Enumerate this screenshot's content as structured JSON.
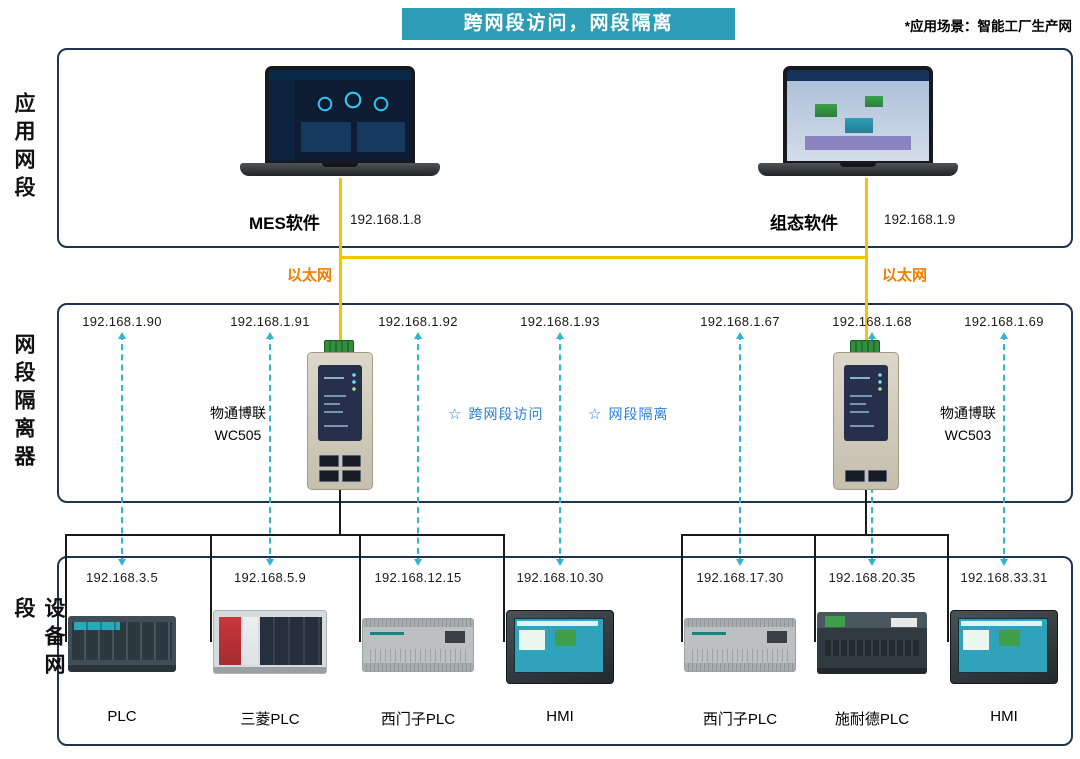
{
  "header": {
    "title": "跨网段访问，网段隔离",
    "note": "*应用场景：智能工厂生产网"
  },
  "sections": [
    {
      "label": "应用网段"
    },
    {
      "label": "网段隔离器"
    },
    {
      "label": "设备网段"
    }
  ],
  "app_segment": {
    "laptops": [
      {
        "name": "MES软件",
        "ip": "192.168.1.8",
        "screen": "mes-dashboard"
      },
      {
        "name": "组态软件",
        "ip": "192.168.1.9",
        "screen": "scada-3d-view"
      }
    ]
  },
  "links": {
    "ethernet_label": "以太网"
  },
  "isolator_segment": {
    "gateways": [
      {
        "brand": "物通博联",
        "model": "WC505"
      },
      {
        "brand": "物通博联",
        "model": "WC503"
      }
    ],
    "ips": [
      "192.168.1.90",
      "192.168.1.91",
      "192.168.1.92",
      "192.168.1.93",
      "192.168.1.67",
      "192.168.1.68",
      "192.168.1.69"
    ],
    "annotations": [
      {
        "icon": "☆",
        "text": "跨网段访问"
      },
      {
        "icon": "☆",
        "text": "网段隔离"
      }
    ]
  },
  "device_segment": {
    "devices": [
      {
        "name": "PLC",
        "ip": "192.168.3.5",
        "type": "plc-rack"
      },
      {
        "name": "三菱PLC",
        "ip": "192.168.5.9",
        "type": "mitsubishi-plc"
      },
      {
        "name": "西门子PLC",
        "ip": "192.168.12.15",
        "type": "siemens-plc"
      },
      {
        "name": "HMI",
        "ip": "192.168.10.30",
        "type": "hmi"
      },
      {
        "name": "西门子PLC",
        "ip": "192.168.17.30",
        "type": "siemens-plc"
      },
      {
        "name": "施耐德PLC",
        "ip": "192.168.20.35",
        "type": "schneider-plc"
      },
      {
        "name": "HMI",
        "ip": "192.168.33.31",
        "type": "hmi"
      }
    ]
  },
  "colors": {
    "banner_bg": "#2D9CB4",
    "ethernet_line": "#F5C400",
    "ethernet_text": "#F07D00",
    "dashed_line": "#2FB6CB",
    "annotation_text": "#2B7FD4",
    "section_border": "#1F3450",
    "device_line": "#1A1A1A"
  }
}
